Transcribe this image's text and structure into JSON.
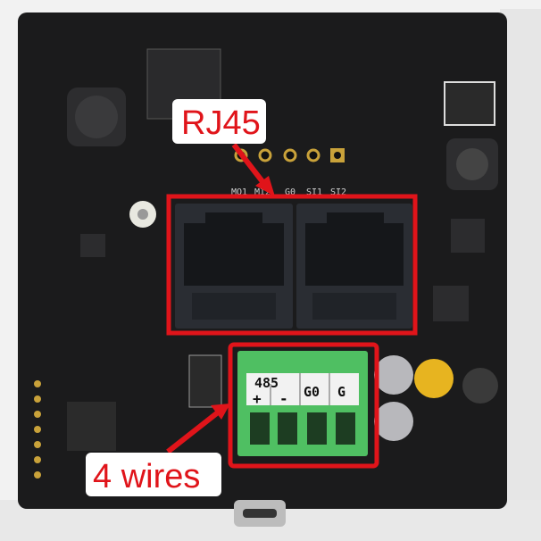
{
  "annotations": {
    "rj45_label": "RJ45",
    "wires_label": "4 wires",
    "highlight_color": "#e0141a"
  },
  "header_pins": [
    "MO1",
    "MI2",
    "G0",
    "SI1",
    "SI2"
  ],
  "terminal_block": {
    "bus_label": "485",
    "plus": "+",
    "minus": "-",
    "g0": "G0",
    "g": "G"
  }
}
